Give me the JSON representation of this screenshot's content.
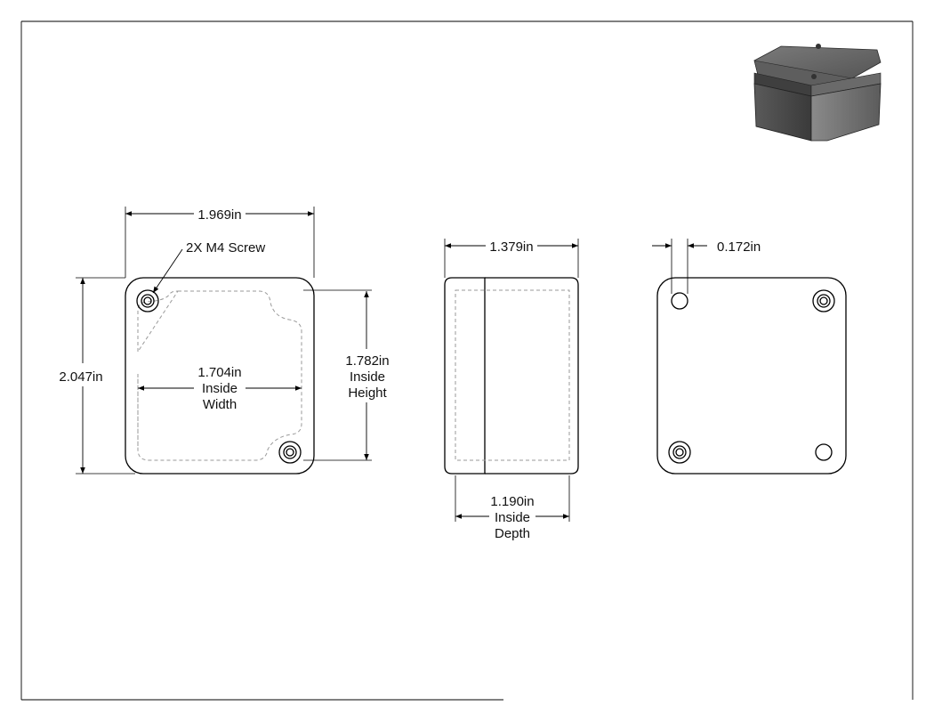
{
  "drawing": {
    "colors": {
      "line": "#000000",
      "hidden": "#9a9a9a",
      "text": "#111111",
      "body_dark": "#4a4a4a",
      "body_mid": "#6d6d6d"
    },
    "front_view": {
      "width_label": "1.969in",
      "height_label": "2.047in",
      "screw_label": "2X M4 Screw",
      "inside_width": {
        "value": "1.704in",
        "line1": "Inside",
        "line2": "Width"
      },
      "inside_height": {
        "value": "1.782in",
        "line1": "Inside",
        "line2": "Height"
      }
    },
    "side_view": {
      "depth_label": "1.379in",
      "inside_depth": {
        "value": "1.190in",
        "line1": "Inside",
        "line2": "Depth"
      }
    },
    "back_view": {
      "hole_offset_label": "0.172in"
    },
    "isometric_icon": "enclosure-3d-icon"
  }
}
